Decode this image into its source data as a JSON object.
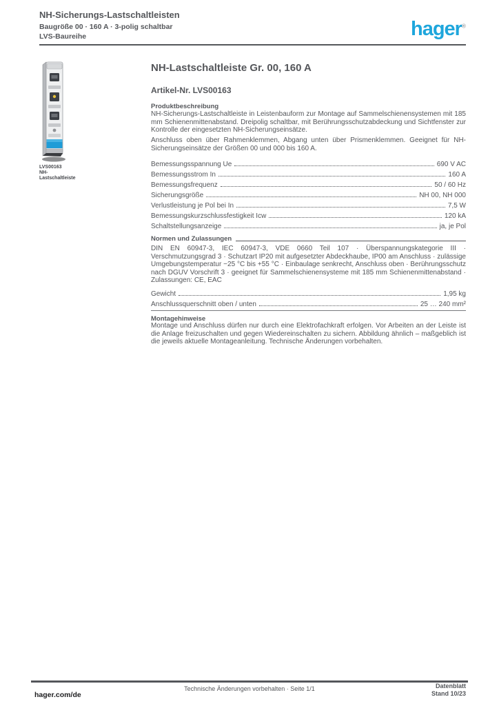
{
  "colors": {
    "text_gray": "#54565a",
    "brand_blue": "#1ea6dc",
    "device_blue": "#1e9cd7",
    "page_bg": "#ffffff"
  },
  "header": {
    "title_line1": "NH-Sicherungs-Lastschaltleisten",
    "title_line2": "Baugröße 00 · 160 A · 3-polig schaltbar",
    "title_line3": "LVS-Baureihe",
    "logo_text": "hager",
    "logo_mark": "®"
  },
  "product": {
    "caption_line1": "LVS00163",
    "caption_line2": "NH-Lastschaltleiste"
  },
  "main": {
    "heading": "NH-Lastschaltleiste Gr. 00, 160 A",
    "article_line": "Artikel-Nr. LVS00163",
    "description": {
      "section_label": "Produktbeschreibung",
      "paragraph1": "NH-Sicherungs-Lastschaltleiste in Leistenbauform zur Montage auf Sammelschienensystemen mit 185 mm Schienenmittenabstand. Dreipolig schaltbar, mit Berührungsschutzabdeckung und Sichtfenster zur Kontrolle der eingesetzten NH-Sicherungseinsätze.",
      "paragraph2": "Anschluss oben über Rahmenklemmen, Abgang unten über Prismenklemmen. Geeignet für NH-Sicherungseinsätze der Größen 00 und 000 bis 160 A."
    },
    "specs": {
      "rows": [
        {
          "label": "Bemessungsspannung Ue",
          "value": "690 V AC"
        },
        {
          "label": "Bemessungsstrom In",
          "value": "160 A"
        },
        {
          "label": "Bemessungsfrequenz",
          "value": "50 / 60 Hz"
        },
        {
          "label": "Sicherungsgröße",
          "value": "NH 00, NH 000"
        },
        {
          "label": "Verlustleistung je Pol bei In",
          "value": "7,5 W"
        },
        {
          "label": "Bemessungskurzschlussfestigkeit Icw",
          "value": "120 kA"
        },
        {
          "label": "Schaltstellungsanzeige",
          "value": "ja, je Pol"
        }
      ]
    },
    "standards": {
      "section_label": "Normen und Zulassungen",
      "text": "DIN EN 60947-3, IEC 60947-3, VDE 0660 Teil 107 · Überspannungskategorie III · Verschmutzungsgrad 3 · Schutzart IP20 mit aufgesetzter Abdeckhaube, IP00 am Anschluss · zulässige Umgebungstemperatur −25 °C bis +55 °C · Einbaulage senkrecht, Anschluss oben · Berührungsschutz nach DGUV Vorschrift 3 · geeignet für Sammelschienensysteme mit 185 mm Schienenmittenabstand · Zulassungen: CE, EAC"
    },
    "extra_rows": [
      {
        "label": "Gewicht",
        "value": "1,95 kg"
      },
      {
        "label": "Anschlussquerschnitt oben / unten",
        "value": "25 … 240 mm²"
      }
    ],
    "notes": {
      "section_label": "Montagehinweise",
      "text": "Montage und Anschluss dürfen nur durch eine Elektrofachkraft erfolgen. Vor Arbeiten an der Leiste ist die Anlage freizuschalten und gegen Wiedereinschalten zu sichern. Abbildung ähnlich – maßgeblich ist die jeweils aktuelle Montageanleitung. Technische Änderungen vorbehalten."
    }
  },
  "footer": {
    "site": "hager.com/de",
    "center_text": "Technische Änderungen vorbehalten · Seite 1/1",
    "right_line1": "Datenblatt",
    "right_line2": "Stand 10/23"
  }
}
